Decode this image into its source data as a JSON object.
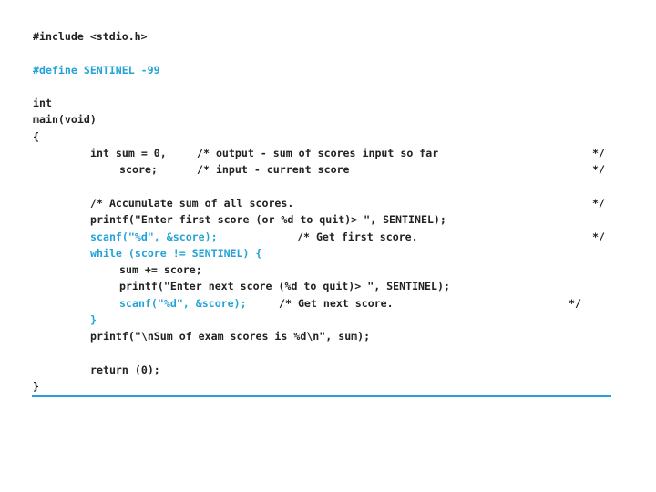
{
  "colors": {
    "text": "#222222",
    "accent": "#23a3d8",
    "background": "#ffffff"
  },
  "code": {
    "include": "#include <stdio.h>",
    "define": "#define SENTINEL -99",
    "int_decl": "int",
    "main_sig": "main(void)",
    "open_brace": "{",
    "sum_decl": "int sum = 0,",
    "sum_comment": "/* output - sum of scores input so far",
    "sum_comment_end": "*/",
    "score_decl": "score;",
    "score_comment": "/* input - current score",
    "score_comment_end": "*/",
    "accumulate_comment": "/* Accumulate sum of all scores.",
    "accumulate_comment_end": "*/",
    "printf_first": "printf(\"Enter first score (or %d to quit)> \", SENTINEL);",
    "scanf_first": "scanf(\"%d\", &score);",
    "scanf_first_comment": "/* Get first score.",
    "scanf_first_comment_end": "*/",
    "while_line": "while (score != SENTINEL) {",
    "sum_update": "sum += score;",
    "printf_next": "printf(\"Enter next score (%d to quit)> \", SENTINEL);",
    "scanf_next": "scanf(\"%d\", &score);",
    "scanf_next_comment": "/* Get next score.",
    "scanf_next_comment_end": "*/",
    "while_close": "}",
    "printf_sum": "printf(\"\\nSum of exam scores is %d\\n\", sum);",
    "return_line": "return (0);",
    "close_brace": "}"
  }
}
